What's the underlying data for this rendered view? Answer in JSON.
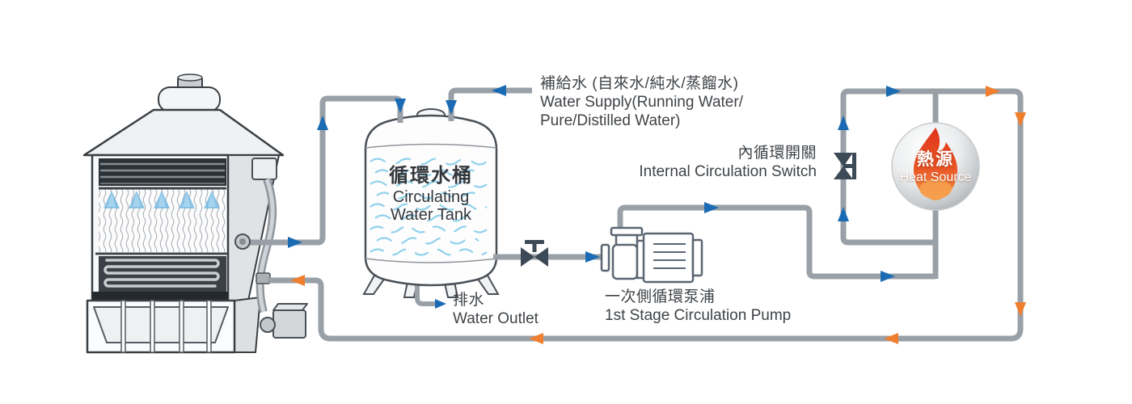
{
  "labels": {
    "water_supply": {
      "zh": "補給水 (自來水/純水/蒸餾水)",
      "en1": "Water Supply(Running Water/",
      "en2": "Pure/Distilled Water)"
    },
    "internal_switch": {
      "zh": "內循環開關",
      "en": "Internal Circulation Switch"
    },
    "tank": {
      "zh": "循環水桶",
      "en1": "Circulating",
      "en2": "Water Tank"
    },
    "water_outlet": {
      "zh": "排水",
      "en": "Water Outlet"
    },
    "pump": {
      "zh": "一次側循環泵浦",
      "en": "1st Stage Circulation Pump"
    },
    "heat_source": {
      "zh": "熱源",
      "en": "Heat Source"
    }
  },
  "colors": {
    "pipe": "#99a0a7",
    "cool_flow_arrow": "#1a6bb3",
    "hot_flow_arrow": "#ef7f2e",
    "valve": "#3c4956",
    "text": "#3f4347",
    "tank_wave": "#8ccfe9",
    "flame_red": "#e0341c",
    "flame_orange": "#f59a45"
  }
}
